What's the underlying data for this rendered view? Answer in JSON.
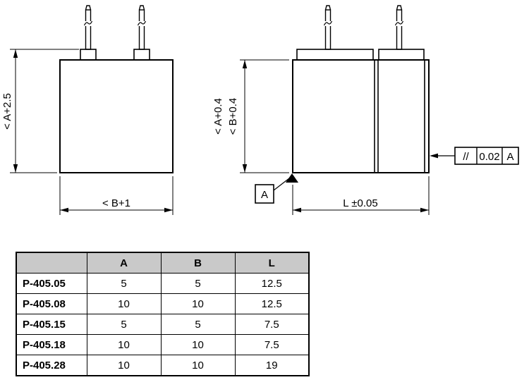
{
  "drawing": {
    "left_view": {
      "dim_height": "< A+2.5",
      "dim_width": "< B+1"
    },
    "right_view": {
      "dim_height_a": "< A+0.4",
      "dim_height_b": "< B+0.4",
      "dim_length": "L ±0.05",
      "datum_label": "A",
      "fcf": {
        "symbol": "//",
        "tolerance": "0.02",
        "datum": "A"
      }
    }
  },
  "table": {
    "headers": {
      "name": "",
      "a": "A",
      "b": "B",
      "l": "L"
    },
    "rows": [
      {
        "name": "P-405.05",
        "a": "5",
        "b": "5",
        "l": "12.5"
      },
      {
        "name": "P-405.08",
        "a": "10",
        "b": "10",
        "l": "12.5"
      },
      {
        "name": "P-405.15",
        "a": "5",
        "b": "5",
        "l": "7.5"
      },
      {
        "name": "P-405.18",
        "a": "10",
        "b": "10",
        "l": "7.5"
      },
      {
        "name": "P-405.28",
        "a": "10",
        "b": "10",
        "l": "19"
      }
    ]
  },
  "colors": {
    "line": "#000000",
    "table_header_bg": "#c9c9c9"
  }
}
